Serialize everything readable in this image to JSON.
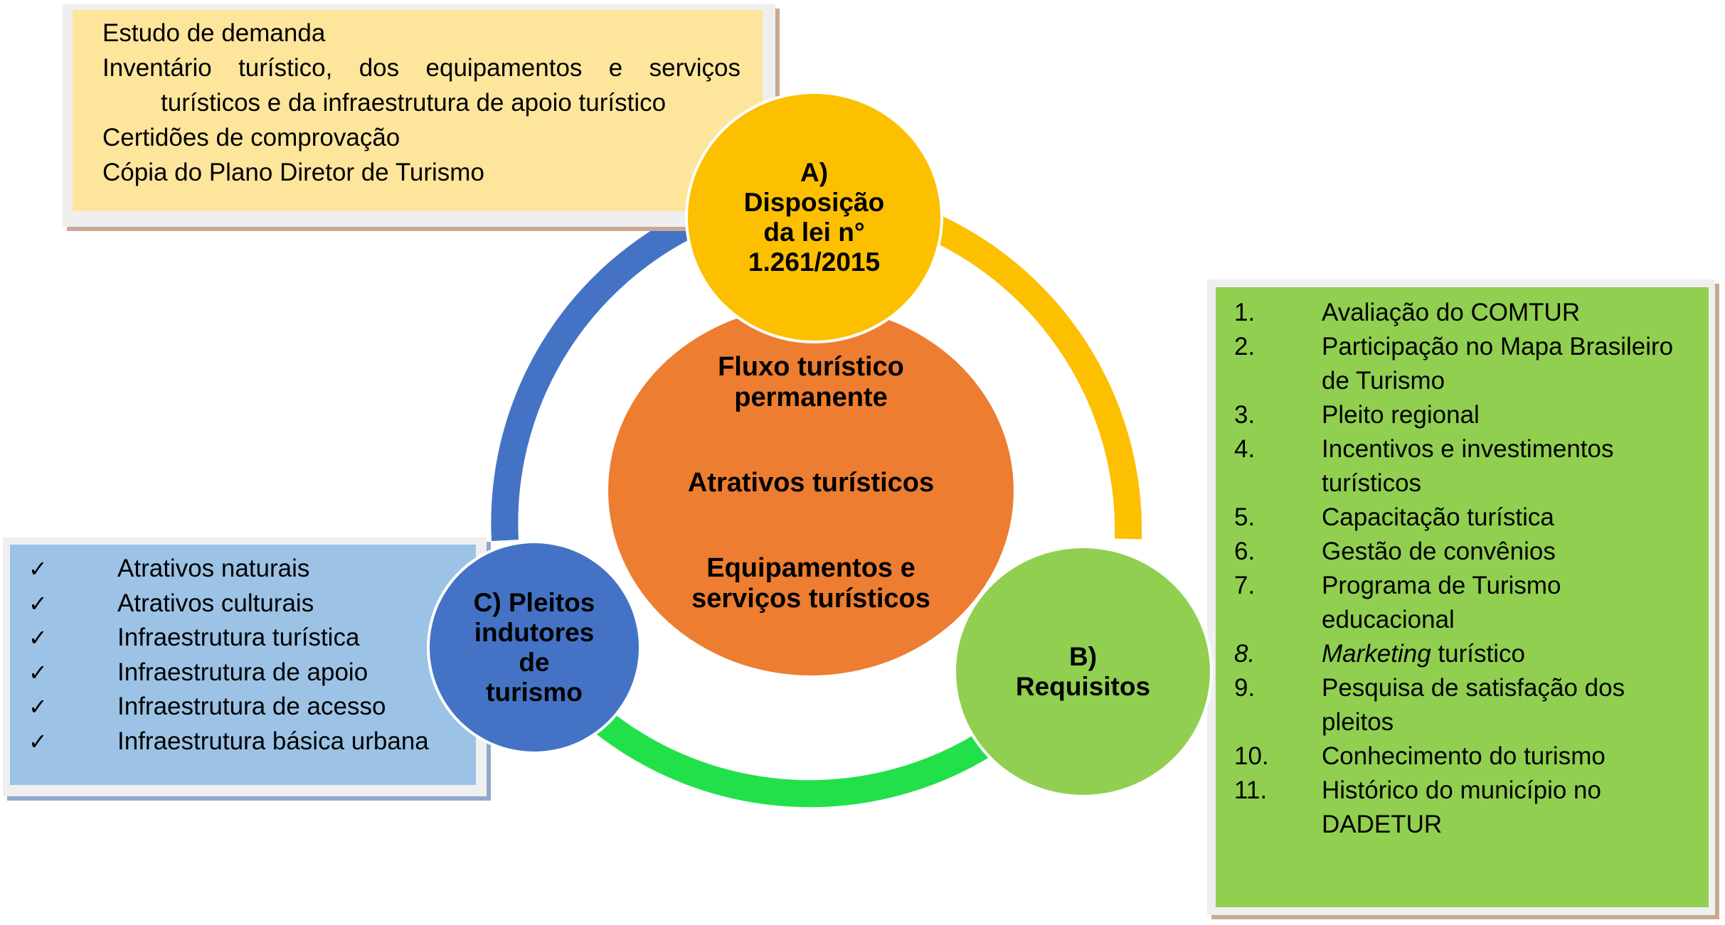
{
  "documents": {
    "lines": [
      "Estudo de demanda",
      "Inventário turístico, dos equipamentos e serviços",
      "turísticos e da infraestrutura de apoio turístico",
      "Certidões de comprovação",
      "Cópia do Plano Diretor de Turismo"
    ]
  },
  "circles": {
    "a": {
      "line1": "A)",
      "line2": "Disposição",
      "line3": "da lei n°",
      "line4": "1.261/2015",
      "color": "#fcc001"
    },
    "b": {
      "line1": "B)",
      "line2": "Requisitos",
      "color": "#91cf50"
    },
    "c": {
      "line1": "C) Pleitos",
      "line2": "indutores",
      "line3": "de",
      "line4": "turismo",
      "color": "#4473c5"
    },
    "center": {
      "item1_line1": "Fluxo turístico",
      "item1_line2": "permanente",
      "item2": "Atrativos turísticos",
      "item3_line1": "Equipamentos e",
      "item3_line2": "serviços turísticos",
      "color": "#ed7d31"
    }
  },
  "arcs": {
    "yellow": "#fcc001",
    "blue": "#4473c5",
    "green": "#22e04a"
  },
  "requirements": {
    "items": [
      {
        "num": "1.",
        "lines": [
          "Avaliação do COMTUR"
        ]
      },
      {
        "num": "2.",
        "lines": [
          "Participação no Mapa Brasileiro",
          "de Turismo"
        ]
      },
      {
        "num": "3.",
        "lines": [
          "Pleito regional"
        ]
      },
      {
        "num": "4.",
        "lines": [
          "Incentivos e investimentos",
          "turísticos"
        ]
      },
      {
        "num": "5.",
        "lines": [
          "Capacitação turística"
        ]
      },
      {
        "num": "6.",
        "lines": [
          "Gestão de convênios"
        ]
      },
      {
        "num": "7.",
        "lines": [
          "Programa de Turismo",
          "educacional"
        ]
      },
      {
        "num": "8.",
        "italic": "Marketing",
        "rest": " turístico"
      },
      {
        "num": "9.",
        "lines": [
          "Pesquisa de satisfação dos",
          "pleitos"
        ]
      },
      {
        "num": "10.",
        "lines": [
          "Conhecimento do turismo"
        ]
      },
      {
        "num": "11.",
        "lines": [
          "Histórico do município no",
          "DADETUR"
        ]
      }
    ]
  },
  "criteria": {
    "check_symbol": "✓",
    "items": [
      "Atrativos naturais",
      "Atrativos culturais",
      "Infraestrutura turística",
      "Infraestrutura de apoio",
      "Infraestrutura de acesso",
      "Infraestrutura básica urbana"
    ]
  }
}
